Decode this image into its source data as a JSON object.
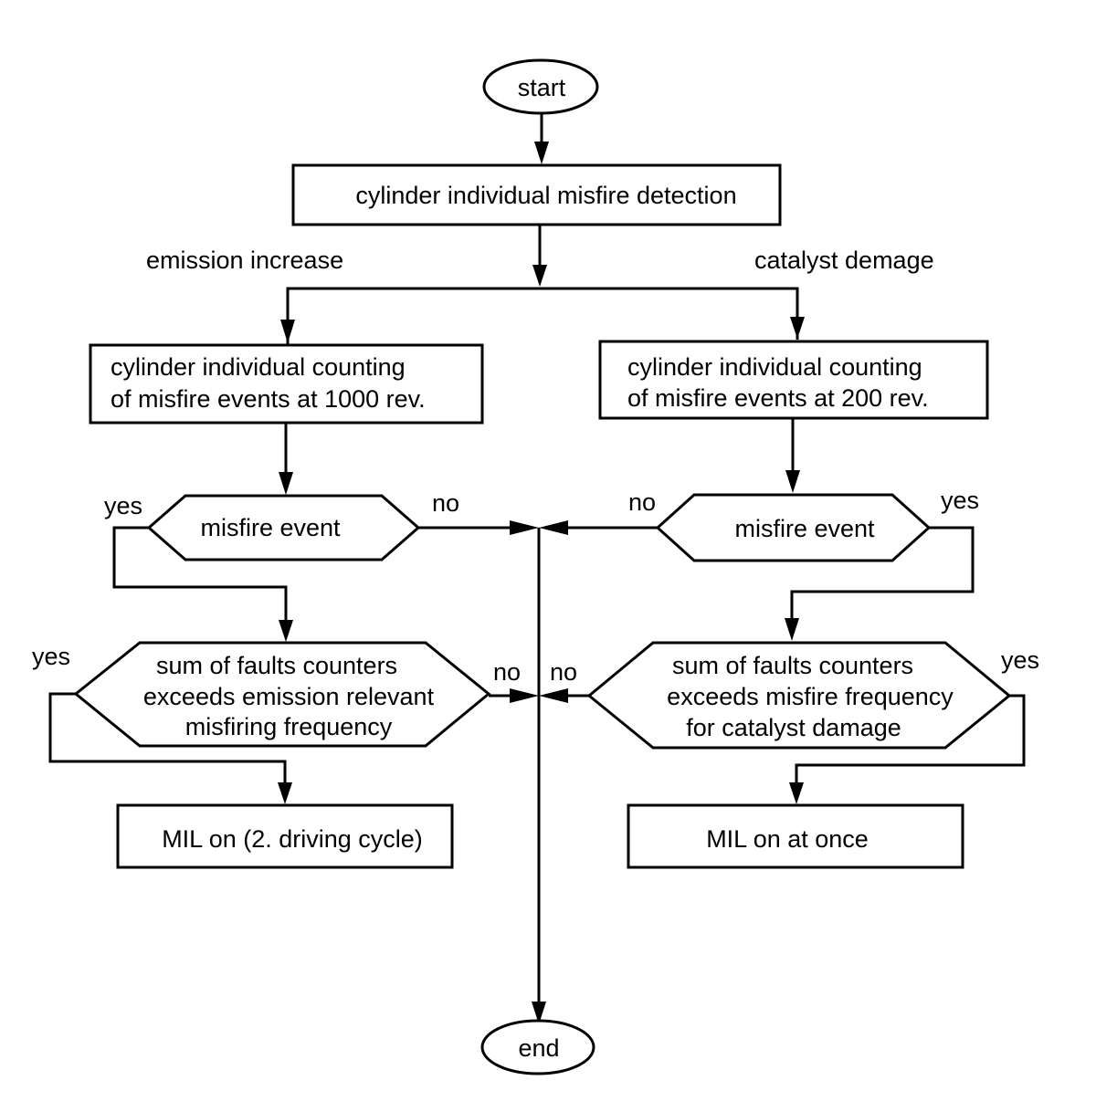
{
  "nodes": {
    "start": "start",
    "detection": "cylinder individual misfire detection",
    "count_left": [
      "cylinder individual counting",
      "of misfire events at 1000 rev."
    ],
    "count_right": [
      "cylinder individual counting",
      "of misfire events at 200 rev."
    ],
    "misfire_left": "misfire event",
    "misfire_right": "misfire event",
    "sum_left": [
      "sum of faults counters",
      "exceeds emission relevant",
      "misfiring frequency"
    ],
    "sum_right": [
      "sum of faults counters",
      "exceeds misfire frequency",
      "for catalyst damage"
    ],
    "mil_left": "MIL on (2. driving cycle)",
    "mil_right": "MIL on at once",
    "end": "end"
  },
  "branch_labels": {
    "left": "emission increase",
    "right": "catalyst demage"
  },
  "edge_labels": {
    "misfire_left_yes": "yes",
    "misfire_left_no": "no",
    "misfire_right_no": "no",
    "misfire_right_yes": "yes",
    "sum_left_yes": "yes",
    "sum_left_no": "no",
    "sum_right_no": "no",
    "sum_right_yes": "yes"
  }
}
